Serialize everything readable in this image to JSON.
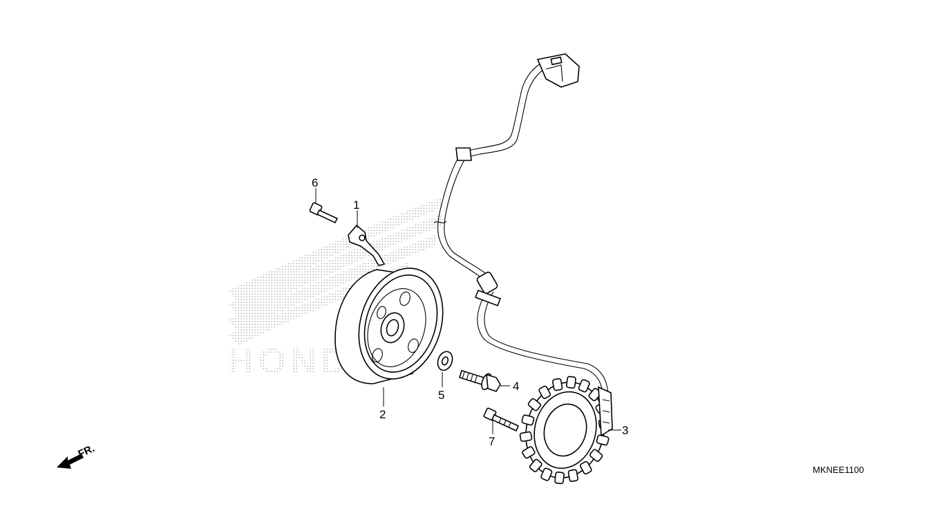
{
  "diagram": {
    "code": "MKNEE1100",
    "direction_label": "FR.",
    "watermark_text": "HONDA",
    "colors": {
      "line": "#000000",
      "watermark_dots": "#b8b8b8",
      "background": "#ffffff"
    },
    "callouts": [
      {
        "number": "1"
      },
      {
        "number": "2"
      },
      {
        "number": "3"
      },
      {
        "number": "4"
      },
      {
        "number": "5"
      },
      {
        "number": "6"
      },
      {
        "number": "7"
      }
    ]
  }
}
